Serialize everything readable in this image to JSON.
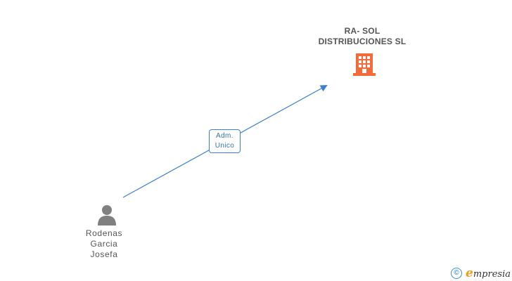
{
  "company": {
    "name_line1": "RA- SOL",
    "name_line2": "DISTRIBUCIONES SL",
    "icon": "building-icon",
    "icon_color": "#f26b38"
  },
  "person": {
    "name_line1": "Rodenas",
    "name_line2": "Garcia",
    "name_line3": "Josefa",
    "icon": "person-icon",
    "icon_color": "#808080"
  },
  "relation": {
    "role_line1": "Adm.",
    "role_line2": "Unico",
    "line_color": "#3c7ed4"
  },
  "footer": {
    "copyright_symbol": "©",
    "brand_initial": "e",
    "brand_rest": "mpresia"
  }
}
